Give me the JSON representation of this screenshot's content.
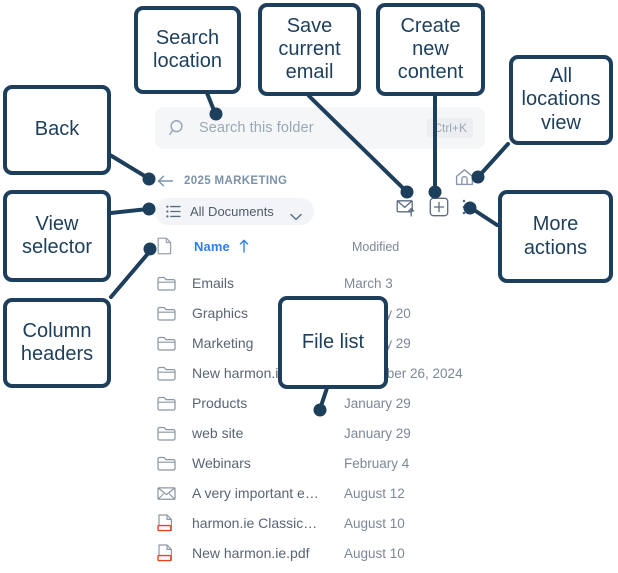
{
  "app": {
    "search": {
      "placeholder": "Search this folder",
      "shortcut": "Ctrl+K",
      "icon": "search-icon"
    },
    "breadcrumb": {
      "back_icon": "back-arrow-icon",
      "label": "2025 MARKETING"
    },
    "view_selector": {
      "icon": "list-view-icon",
      "label": "All Documents",
      "chevron": "chevron-down-icon"
    },
    "toolbar": {
      "home_icon": "home-icon",
      "save_email_icon": "envelope-upload-icon",
      "create_new_icon": "plus-box-icon",
      "more_icon": "kebab-menu-icon"
    },
    "columns": {
      "type_icon": "document-icon",
      "name": "Name",
      "sort_icon": "sort-ascending-arrow-icon",
      "modified": "Modified"
    },
    "files": [
      {
        "icon": "folder-icon",
        "name": "Emails",
        "modified": "March 3"
      },
      {
        "icon": "folder-icon",
        "name": "Graphics",
        "modified": "January 20"
      },
      {
        "icon": "folder-icon",
        "name": "Marketing",
        "modified": "January 29"
      },
      {
        "icon": "folder-icon",
        "name": "New harmon.ie",
        "modified": "December 26, 2024"
      },
      {
        "icon": "folder-icon",
        "name": "Products",
        "modified": "January 29"
      },
      {
        "icon": "folder-icon",
        "name": "web site",
        "modified": "January 29"
      },
      {
        "icon": "folder-icon",
        "name": "Webinars",
        "modified": "February 4"
      },
      {
        "icon": "email-icon",
        "name": "A very important e…",
        "modified": "August 12"
      },
      {
        "icon": "pdf-icon",
        "name": "harmon.ie Classic…",
        "modified": "August 10"
      },
      {
        "icon": "pdf-icon",
        "name": "New harmon.ie.pdf",
        "modified": "August 10"
      }
    ]
  },
  "callouts": [
    {
      "id": "back",
      "text": "Back"
    },
    {
      "id": "search-location",
      "text": "Search location"
    },
    {
      "id": "save-email",
      "text": "Save current email"
    },
    {
      "id": "create-new",
      "text": "Create new content"
    },
    {
      "id": "all-locations",
      "text": "All locations view"
    },
    {
      "id": "view-selector",
      "text": "View selector"
    },
    {
      "id": "more-actions",
      "text": "More actions"
    },
    {
      "id": "column-headers",
      "text": "Column headers"
    },
    {
      "id": "file-list",
      "text": "File list"
    }
  ],
  "colors": {
    "callout_border": "#1d3f5c",
    "accent_blue": "#2d7ff0",
    "muted_text": "#7d8796",
    "breadcrumb": "#7b92ab",
    "pdf_red": "#e8441f",
    "search_bg": "#f5f6f8"
  }
}
